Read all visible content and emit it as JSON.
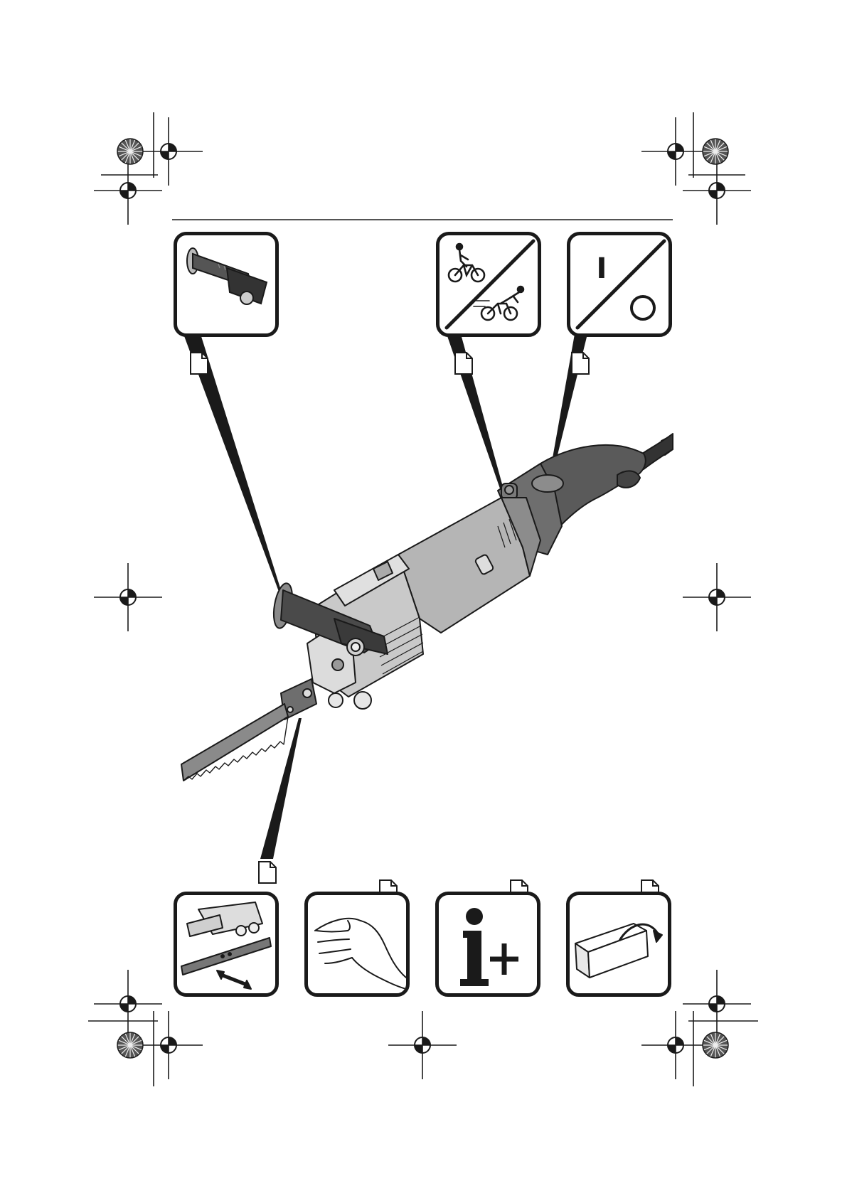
{
  "page": {
    "background": "#ffffff",
    "ink": "#1a1a1a"
  },
  "pictograms": {
    "switch": {
      "on_symbol": "I",
      "off_symbol": "O"
    },
    "info": {
      "symbol": "i+"
    }
  },
  "icons": [
    "handle-pictogram-icon",
    "speed-control-pictogram-icon",
    "on-off-switch-pictogram-icon",
    "saw-blade-change-pictogram-icon",
    "hand-protection-pictogram-icon",
    "info-plus-pictogram-icon",
    "packaging-pictogram-icon",
    "page-reference-icon",
    "registration-mark-icon",
    "color-wheel-icon"
  ]
}
